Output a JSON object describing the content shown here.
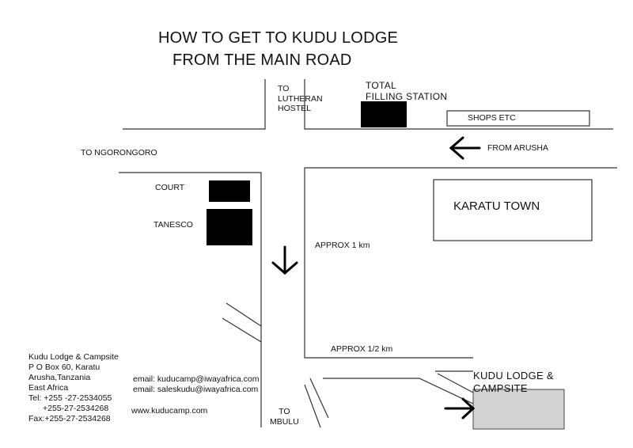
{
  "title": {
    "line1": "HOW TO GET TO KUDU LODGE",
    "line2": "FROM THE MAIN ROAD"
  },
  "labels": {
    "to_lutheran_hostel": "TO\nLUTHERAN\nHOSTEL",
    "total_filling_station": "TOTAL\nFILLING STATION",
    "shops_etc": "SHOPS ETC",
    "from_arusha": "FROM  ARUSHA",
    "to_ngorongoro": "TO NGORONGORO",
    "court": "COURT",
    "tanesco": "TANESCO",
    "karatu_town": "KARATU TOWN",
    "approx_1km": "APPROX  1 km",
    "approx_half_km": "APPROX  1/2 km",
    "kudu_lodge": "KUDU LODGE &\nCAMPSITE",
    "to_mbulu": "TO\nMBULU"
  },
  "contact": {
    "name": "Kudu Lodge & Campsite",
    "pobox": "P O Box 60, Karatu",
    "city": "Arusha,Tanzania",
    "region": "East Africa",
    "tel1": "Tel: +255 -27-2534055",
    "tel2": "+255-27-2534268",
    "fax": "Fax:+255-27-2534268",
    "email1": "email: kuducamp@iwayafrica.com",
    "email2": "email: saleskudu@iwayafrica.com",
    "website": "www.kuducamp.com"
  },
  "colors": {
    "road": "#333333",
    "building": "#000000",
    "lodge_fill": "#d3d3d3"
  }
}
